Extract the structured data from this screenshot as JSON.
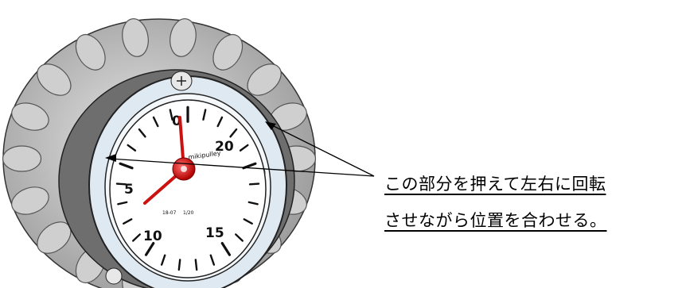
{
  "gauge": {
    "dial_numbers": [
      "0",
      "5",
      "10",
      "15",
      "20"
    ],
    "brand": "mikipulley",
    "model": "18-07",
    "unit": "1/20",
    "colors": {
      "needle_red": "#cc1111",
      "knob_gray": "#b8b8b8",
      "band_dark": "#6e6e6e",
      "bezel": "#dfe9f2"
    }
  },
  "callout": {
    "line1": "この部分を押えて左右に回転",
    "line2": "させながら位置を合わせる。"
  }
}
